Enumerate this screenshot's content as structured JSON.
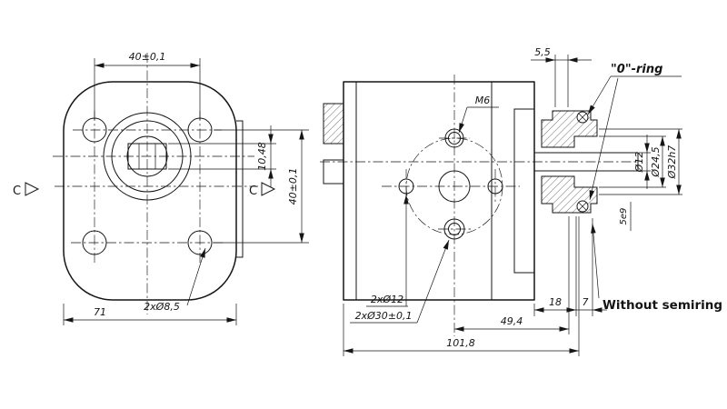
{
  "front_view": {
    "dim_top_holes": "40±0,1",
    "dim_key": "10,48",
    "dim_side_holes": "40±0,1",
    "dim_width": "71",
    "label_mount_holes": "2xØ8,5",
    "section_left": "C",
    "section_right": "C"
  },
  "side_view": {
    "dim_oring_lip": "5,5",
    "label_thread": "M6",
    "label_ports": "2xØ12",
    "label_gear_bores": "2xØ30±0,1",
    "dim_cover": "18",
    "dim_semiring": "7",
    "dim_shaft_end": "49,4",
    "dim_overall": "101,8"
  },
  "detail_view": {
    "label_oring": "\"0\"-ring",
    "dim_shaft_dia": "Ø12",
    "dim_groove_dia": "Ø24,5",
    "dim_seal_bore": "Ø32h7",
    "dim_groove_width": "5e9",
    "note_semiring": "Without semiring"
  },
  "colors": {
    "line": "#151515",
    "background": "#ffffff"
  }
}
